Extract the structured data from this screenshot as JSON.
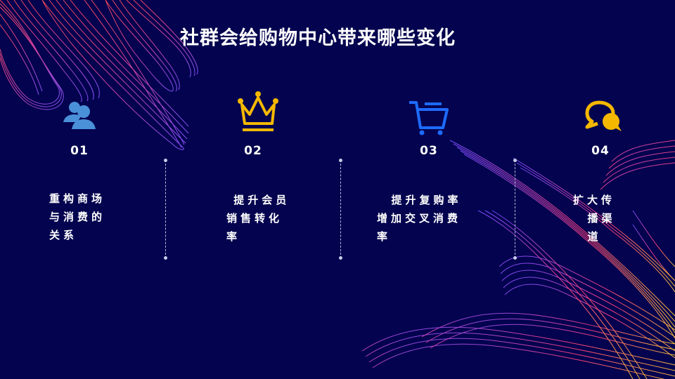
{
  "slide": {
    "title": "社群会给购物中心带来哪些变化",
    "background_color": "#03034f"
  },
  "items": [
    {
      "number": "01",
      "icon": "users-icon",
      "icon_color": "#4a90d9",
      "description": "重构商场\n与消费的\n关系"
    },
    {
      "number": "02",
      "icon": "crown-icon",
      "icon_color": "#f5b800",
      "description": " 提升会员\n销售转化\n率"
    },
    {
      "number": "03",
      "icon": "shopping-cart-icon",
      "icon_color": "#1e6bff",
      "description": "  提升复购率\n增加交叉消费\n率"
    },
    {
      "number": "04",
      "icon": "chat-bubbles-icon",
      "icon_color": "#f5b800",
      "description": "扩大传\n  播渠\n  道"
    }
  ],
  "accents": {
    "wave_start": "#7b4dff",
    "wave_mid": "#ff3f7a",
    "wave_end": "#ffc23a"
  }
}
